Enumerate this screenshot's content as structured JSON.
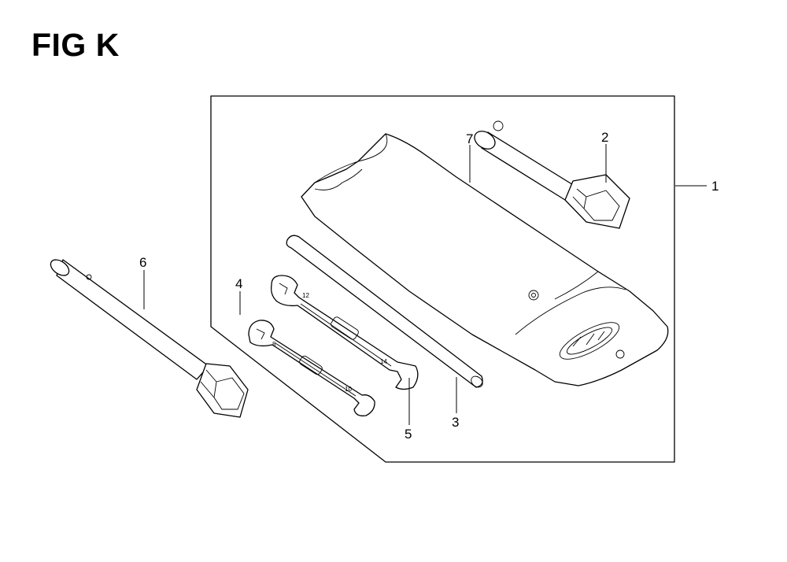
{
  "figure": {
    "title": "FIG K"
  },
  "callouts": [
    {
      "id": "1",
      "part": "tool-kit-assembly"
    },
    {
      "id": "2",
      "part": "box-wrench"
    },
    {
      "id": "3",
      "part": "handle-bar"
    },
    {
      "id": "4",
      "part": "small-open-end-wrench"
    },
    {
      "id": "5",
      "part": "large-open-end-wrench"
    },
    {
      "id": "6",
      "part": "long-box-wrench"
    },
    {
      "id": "7",
      "part": "tool-bag"
    }
  ],
  "colors": {
    "line": "#000000",
    "background": "#ffffff"
  }
}
